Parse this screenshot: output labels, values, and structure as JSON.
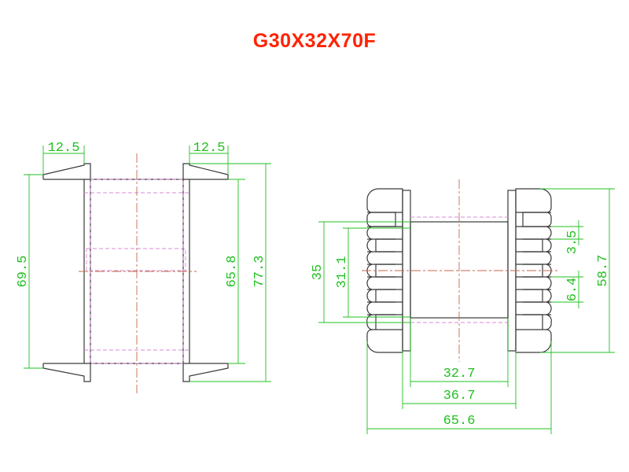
{
  "title": "G30X32X70F",
  "colors": {
    "title": "#ff2200",
    "outline": "#3a3a3a",
    "dimension": "#22c022",
    "hidden": "#d98ad9",
    "center": "#c46a4a"
  },
  "side_view": {
    "dims": {
      "flange_left": "12.5",
      "flange_right": "12.5",
      "overall_height": "69.5",
      "inner_height": "65.8",
      "total_height": "77.3"
    }
  },
  "end_view": {
    "dims": {
      "window_height": "35",
      "core_height": "31.1",
      "slot_pitch": "3.5",
      "slot_width": "6.4",
      "total_height": "58.7",
      "core_width": "32.7",
      "window_width": "36.7",
      "total_width": "65.6"
    }
  }
}
